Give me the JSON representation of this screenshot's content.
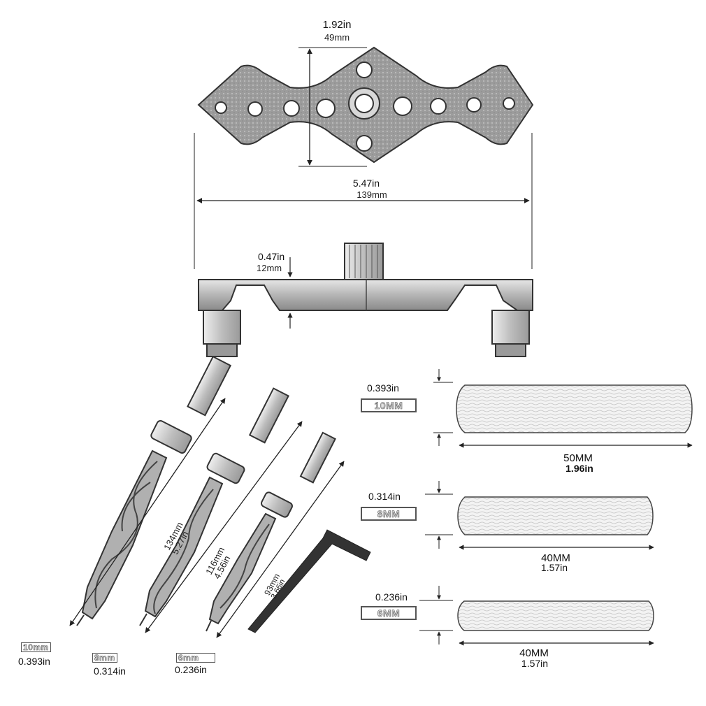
{
  "jig_top": {
    "height_in": "1.92in",
    "height_mm": "49mm",
    "length_in": "5.47in",
    "length_mm": "139mm"
  },
  "jig_side": {
    "pin_in": "0.47in",
    "pin_mm": "12mm"
  },
  "drill_bits": [
    {
      "length_mm": "134mm",
      "length_in": "5.27in",
      "size_label": "10mm",
      "size_in": "0.393in"
    },
    {
      "length_mm": "116mm",
      "length_in": "4.56in",
      "size_label": "8mm",
      "size_in": "0.314in"
    },
    {
      "length_mm": "93mm",
      "length_in": "3.66in",
      "size_label": "6mm",
      "size_in": "0.236in"
    }
  ],
  "dowels": [
    {
      "diameter_in": "0.393in",
      "size_label": "10MM",
      "length_mm": "50MM",
      "length_in": "1.96in"
    },
    {
      "diameter_in": "0.314in",
      "size_label": "8MM",
      "length_mm": "40MM",
      "length_in": "1.57in"
    },
    {
      "diameter_in": "0.236in",
      "size_label": "6MM",
      "length_mm": "40MM",
      "length_in": "1.57in"
    }
  ]
}
